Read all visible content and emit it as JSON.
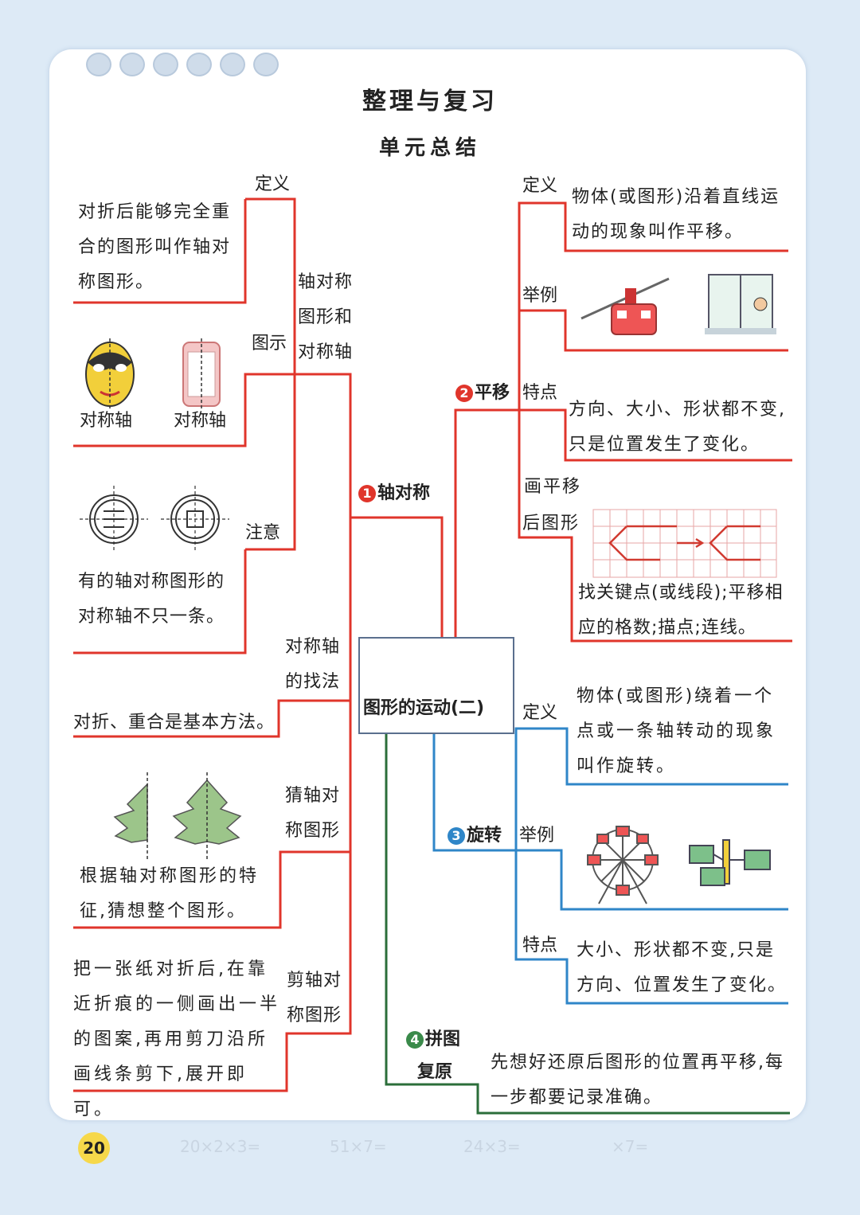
{
  "title": "整理与复习",
  "subtitle": "单元总结",
  "center": "图形的运动(二)",
  "branch1": {
    "num": "1",
    "label": "轴对称",
    "def_label": "定义",
    "def_text": "对折后能够完全重合的图形叫作轴对称图形。",
    "fig_node": "轴对称图形和对称轴",
    "fig_label": "图示",
    "axis_caption_1": "对称轴",
    "axis_caption_2": "对称轴",
    "note_label": "注意",
    "note_text": "有的轴对称图形的对称轴不只一条。",
    "find_label": "对称轴的找法",
    "find_text": "对折、重合是基本方法。",
    "guess_label": "猜轴对称图形",
    "guess_text": "根据轴对称图形的特征,猜想整个图形。",
    "cut_label": "剪轴对称图形",
    "cut_text": "把一张纸对折后,在靠近折痕的一侧画出一半的图案,再用剪刀沿所画线条剪下,展开即可。"
  },
  "branch2": {
    "num": "2",
    "label": "平移",
    "def_label": "定义",
    "def_text": "物体(或图形)沿着直线运动的现象叫作平移。",
    "ex_label": "举例",
    "feat_label": "特点",
    "feat_text": "方向、大小、形状都不变,只是位置发生了变化。",
    "draw_label_1": "画平移",
    "draw_label_2": "后图形",
    "draw_text": "找关键点(或线段);平移相应的格数;描点;连线。"
  },
  "branch3": {
    "num": "3",
    "label": "旋转",
    "def_label": "定义",
    "def_text": "物体(或图形)绕着一个点或一条轴转动的现象叫作旋转。",
    "ex_label": "举例",
    "feat_label": "特点",
    "feat_text": "大小、形状都不变,只是方向、位置发生了变化。"
  },
  "branch4": {
    "num": "4",
    "label_1": "拼图",
    "label_2": "复原",
    "text": "先想好还原后图形的位置再平移,每一步都要记录准确。"
  },
  "page_number": "20",
  "footer_faint": [
    "20×2×3=",
    "51×7=",
    "24×3=",
    "×7="
  ],
  "colors": {
    "red": "#e0352b",
    "blue": "#2f86c8",
    "green": "#2b6e3a",
    "badge_red": "#e0352b",
    "badge_blue": "#2f86c8",
    "badge_green": "#3a8a4a"
  }
}
